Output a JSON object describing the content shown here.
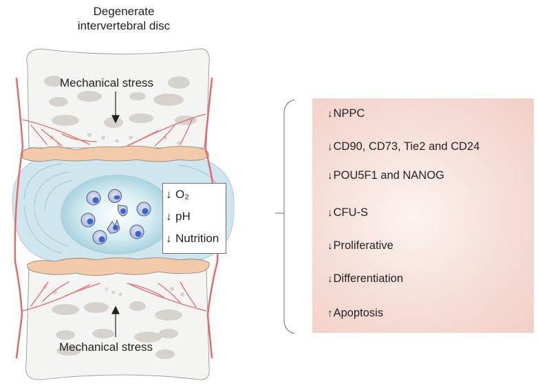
{
  "title": {
    "line1": "Degenerate",
    "line2": "intervertebral disc"
  },
  "labels": {
    "stress_top": "Mechanical stress",
    "stress_bottom": "Mechanical stress"
  },
  "conditions": [
    {
      "direction": "down",
      "arrow": "↓",
      "label": "O₂"
    },
    {
      "direction": "down",
      "arrow": "↓",
      "label": "pH"
    },
    {
      "direction": "down",
      "arrow": "↓",
      "label": "Nutrition"
    }
  ],
  "effects": [
    {
      "direction": "down",
      "arrow": "↓",
      "label": "NPPC"
    },
    {
      "direction": "down",
      "arrow": "↓",
      "label": "CD90, CD73, Tie2 and CD24"
    },
    {
      "direction": "down",
      "arrow": "↓",
      "label": "POU5F1 and NANOG"
    },
    {
      "direction": "down",
      "arrow": "↓",
      "label": "CFU-S"
    },
    {
      "direction": "down",
      "arrow": "↓",
      "label": "Proliferative"
    },
    {
      "direction": "down",
      "arrow": "↓",
      "label": "Differentiation"
    },
    {
      "direction": "up",
      "arrow": "↑",
      "label": "Apoptosis"
    }
  ],
  "colors": {
    "vessel": "#e8696b",
    "bone": "#f4f4f2",
    "trabecula": "#d6d3cf",
    "endplate": "#f2c9a9",
    "annulus": "#cfe6ee",
    "nucleus": "#a9d3df",
    "cell": "#c6cdea",
    "nucleus_dot": "#3f64c4",
    "effects_bg": "#f6dcd5"
  }
}
